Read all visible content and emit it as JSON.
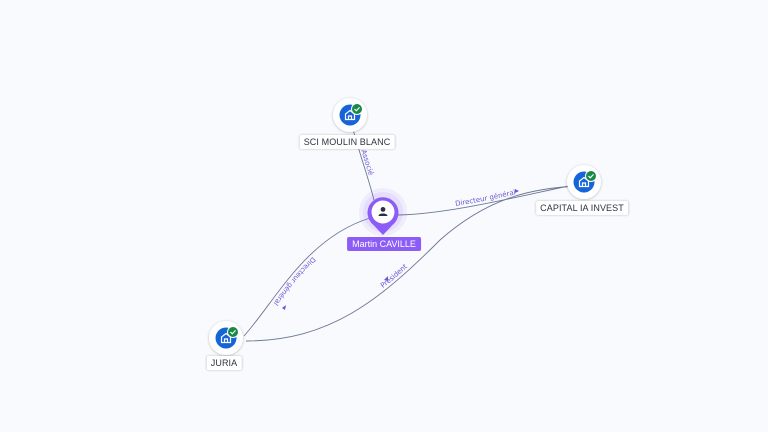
{
  "person": {
    "name": "Martin CAVILLE",
    "icon": "person-icon"
  },
  "companies": [
    {
      "id": "sci",
      "name": "SCI MOULIN BLANC",
      "icon": "building-icon",
      "verified": true
    },
    {
      "id": "capitalia",
      "name": "CAPITAL IA INVEST",
      "icon": "building-icon",
      "verified": true
    },
    {
      "id": "juria",
      "name": "JURIA",
      "icon": "building-icon",
      "verified": true
    }
  ],
  "relations": [
    {
      "label": "Associé"
    },
    {
      "label": "Directeur général"
    },
    {
      "label": "Directeur général"
    },
    {
      "label": "Président"
    }
  ],
  "colors": {
    "background": "#f8fafd",
    "edge": "#6b7895",
    "edge_label": "#6a57d6",
    "person_accent": "#8b5cf6",
    "company_icon": "#1565d8",
    "verified_badge": "#188a47"
  }
}
